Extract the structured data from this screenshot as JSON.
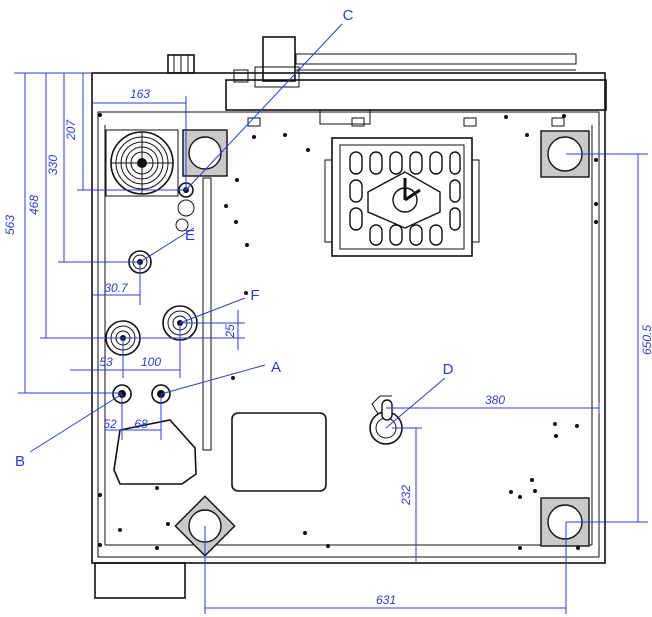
{
  "callouts": {
    "a": "A",
    "b": "B",
    "c": "C",
    "d": "D",
    "e": "E",
    "f": "F"
  },
  "dimensions": {
    "d163": "163",
    "d207": "207",
    "d330": "330",
    "d468": "468",
    "d563": "563",
    "d30_7": "30.7",
    "d25": "25",
    "d53": "53",
    "d100": "100",
    "d52": "52",
    "d68": "68",
    "d380": "380",
    "d650_5": "650.5",
    "d232": "232",
    "d631": "631"
  },
  "colors": {
    "dimension_blue": "#2e3bd6",
    "outline": "#111111",
    "fill_gray": "#c9c9c9"
  }
}
